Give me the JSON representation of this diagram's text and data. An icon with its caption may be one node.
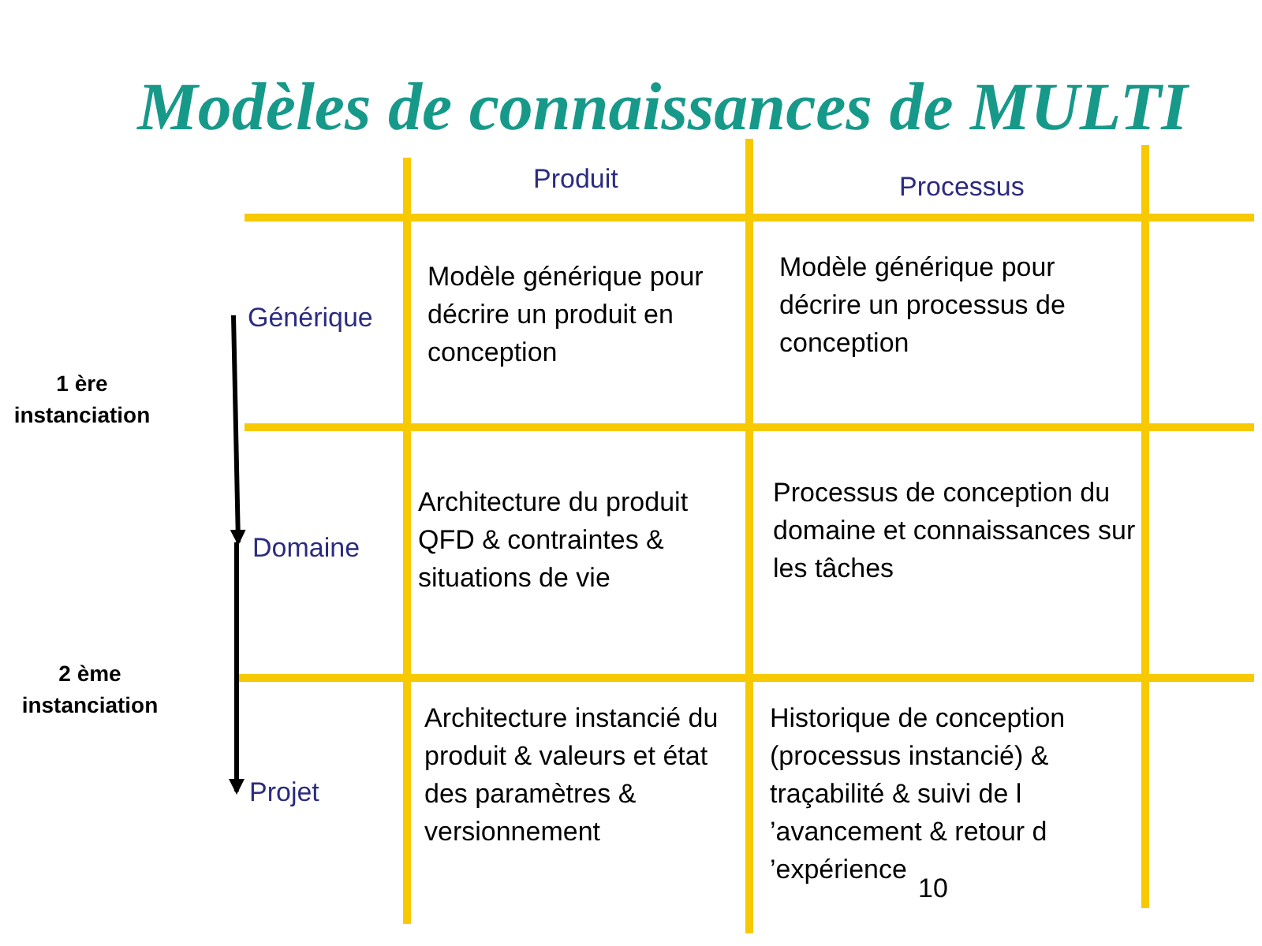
{
  "diagram": {
    "title": "Modèles de connaissances de MULTI",
    "labels": [
      "Produit",
      "Processus",
      "Générique",
      "Modèle générique pour décrire un produit en conception",
      "Modèle générique pour décrire un processus de conception",
      "1 ère instanciation",
      "Domaine",
      "Architecture du produit QFD & contraintes & situations de vie",
      "Processus de conception du domaine et connaissances sur les tâches",
      "2 ème instanciation",
      "Projet",
      "Architecture instancié du produit & valeurs et état des paramètres & versionnement",
      "Historique de conception (processus instancié) & traçabilité & suivi de l ’avancement & retour d ’expérience",
      "10"
    ]
  }
}
